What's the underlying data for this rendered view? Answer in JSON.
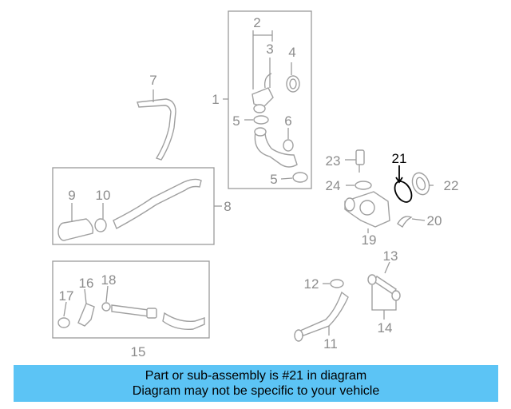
{
  "diagram": {
    "highlighted_part": "21",
    "callouts": {
      "c1": "1",
      "c2": "2",
      "c3": "3",
      "c4": "4",
      "c5a": "5",
      "c5b": "5",
      "c6": "6",
      "c7": "7",
      "c8": "8",
      "c9": "9",
      "c10": "10",
      "c11": "11",
      "c12": "12",
      "c13": "13",
      "c14": "14",
      "c15": "15",
      "c16": "16",
      "c17": "17",
      "c18": "18",
      "c19": "19",
      "c20": "20",
      "c21": "21",
      "c22": "22",
      "c23": "23",
      "c24": "24"
    }
  },
  "banner": {
    "line1": "Part or sub-assembly is #21 in diagram",
    "line2": "Diagram may not be specific to your vehicle"
  },
  "colors": {
    "banner": "#5cc4f5",
    "highlight": "#000000",
    "lines": "#9a9a9a"
  }
}
